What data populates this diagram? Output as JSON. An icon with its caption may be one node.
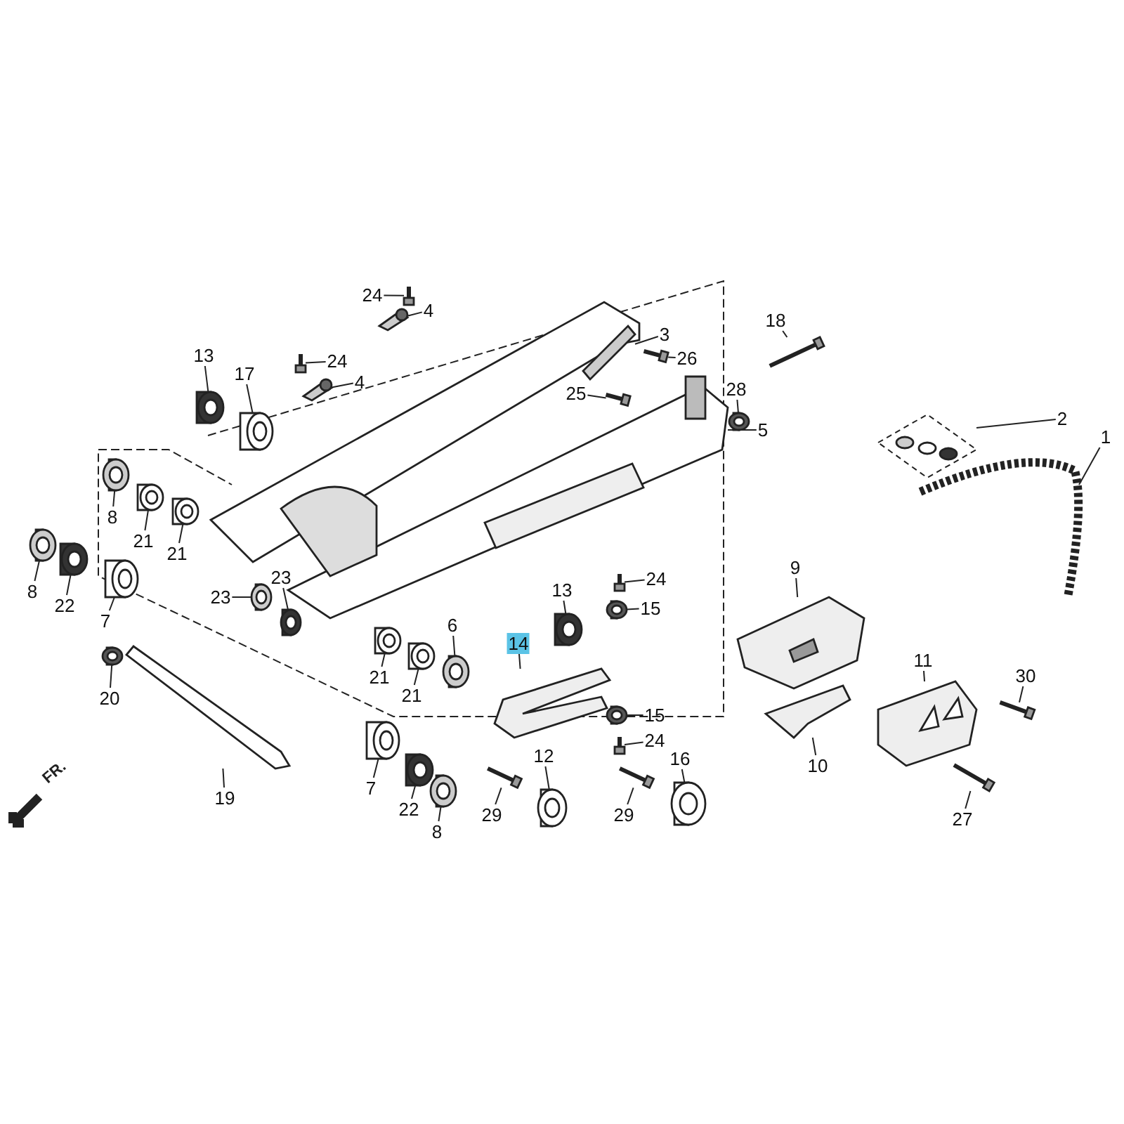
{
  "diagram": {
    "nodes": [
      {
        "text": [
          "24"
        ]
      },
      {
        "text": [
          "4"
        ]
      },
      {
        "text": [
          "13"
        ]
      },
      {
        "text": [
          "17"
        ]
      },
      {
        "text": [
          "24"
        ]
      },
      {
        "text": [
          "4"
        ]
      },
      {
        "text": [
          "3"
        ]
      },
      {
        "text": [
          "26"
        ]
      },
      {
        "text": [
          "28"
        ]
      },
      {
        "text": [
          "18"
        ]
      },
      {
        "text": [
          "25"
        ]
      },
      {
        "text": [
          "5"
        ]
      },
      {
        "text": [
          "2"
        ]
      },
      {
        "text": [
          "1"
        ]
      },
      {
        "text": [
          "8"
        ]
      },
      {
        "text": [
          "21"
        ]
      },
      {
        "text": [
          "21"
        ]
      },
      {
        "text": [
          "8"
        ]
      },
      {
        "text": [
          "22"
        ]
      },
      {
        "text": [
          "7"
        ]
      },
      {
        "text": [
          "23"
        ]
      },
      {
        "text": [
          "23"
        ]
      },
      {
        "text": [
          "6"
        ]
      },
      {
        "text": [
          "21"
        ]
      },
      {
        "text": [
          "21"
        ]
      },
      {
        "text": [
          "20"
        ]
      },
      {
        "text": [
          "19"
        ]
      },
      {
        "text": [
          "7"
        ]
      },
      {
        "text": [
          "22"
        ]
      },
      {
        "text": [
          "8"
        ]
      },
      {
        "text": [
          "13"
        ]
      },
      {
        "text": [
          "24"
        ]
      },
      {
        "text": [
          "15"
        ]
      },
      {
        "text": [
          "14"
        ]
      },
      {
        "text": [
          "9"
        ]
      },
      {
        "text": [
          "15"
        ]
      },
      {
        "text": [
          "24"
        ]
      },
      {
        "text": [
          "12"
        ]
      },
      {
        "text": [
          "16"
        ]
      },
      {
        "text": [
          "29"
        ]
      },
      {
        "text": [
          "29"
        ]
      },
      {
        "text": [
          "10"
        ]
      },
      {
        "text": [
          "11"
        ]
      },
      {
        "text": [
          "30"
        ]
      },
      {
        "text": [
          "27"
        ]
      },
      {
        "text": [],
        "shape": "picture"
      },
      {
        "text": [],
        "shape": "picture"
      },
      {
        "text": [],
        "shape": "picture"
      },
      {
        "text": [],
        "shape": "picture"
      },
      {
        "text": [],
        "shape": "picture"
      },
      {
        "text": [],
        "shape": "picture"
      },
      {
        "text": [],
        "shape": "picture"
      },
      {
        "text": [],
        "shape": "picture"
      },
      {
        "text": [],
        "shape": "picture"
      },
      {
        "text": [],
        "shape": "picture"
      },
      {
        "text": [],
        "shape": "picture"
      },
      {
        "text": [],
        "shape": "picture"
      },
      {
        "text": [],
        "shape": "picture"
      },
      {
        "text": [],
        "shape": "picture"
      },
      {
        "text": [],
        "shape": "picture"
      },
      {
        "text": [],
        "shape": "picture"
      },
      {
        "text": [],
        "shape": "picture"
      },
      {
        "text": [],
        "shape": "picture"
      },
      {
        "text": [],
        "shape": "picture"
      },
      {
        "text": [],
        "shape": "picture"
      },
      {
        "text": [],
        "shape": "picture"
      },
      {
        "text": [],
        "shape": "picture"
      },
      {
        "text": [],
        "shape": "picture"
      },
      {
        "text": [],
        "shape": "picture"
      },
      {
        "text": [],
        "shape": "picture"
      },
      {
        "text": [],
        "shape": "picture"
      },
      {
        "text": [],
        "shape": "picture"
      },
      {
        "text": [],
        "shape": "picture"
      },
      {
        "text": [],
        "shape": "picture"
      },
      {
        "text": [],
        "shape": "picture"
      },
      {
        "text": [],
        "shape": "picture"
      },
      {
        "text": [],
        "shape": "picture"
      },
      {
        "text": [],
        "shape": "picture"
      },
      {
        "text": [],
        "shape": "picture"
      },
      {
        "text": [],
        "shape": "picture"
      },
      {
        "text": [],
        "shape": "picture"
      },
      {
        "text": [],
        "shape": "picture"
      },
      {
        "text": [],
        "shape": "picture"
      },
      {
        "text": [],
        "shape": "picture"
      },
      {
        "text": [],
        "shape": "picture"
      },
      {
        "text": [],
        "shape": "picture"
      },
      {
        "text": [],
        "shape": "picture"
      },
      {
        "text": [],
        "shape": "picture"
      },
      {
        "text": [],
        "shape": "picture"
      },
      {
        "text": [],
        "shape": "picture"
      }
    ],
    "edges": [
      {
        "from": 0,
        "to": 45,
        "arrow": "none"
      },
      {
        "from": 1,
        "to": 46,
        "arrow": "none"
      },
      {
        "from": 2,
        "to": 47,
        "arrow": "none"
      },
      {
        "from": 3,
        "to": 48,
        "arrow": "none"
      },
      {
        "from": 4,
        "to": 49,
        "arrow": "none"
      },
      {
        "from": 5,
        "to": 50,
        "arrow": "none"
      },
      {
        "from": 6,
        "to": 51,
        "arrow": "none"
      },
      {
        "from": 7,
        "to": 52,
        "arrow": "none"
      },
      {
        "from": 8,
        "to": 53,
        "arrow": "none"
      },
      {
        "from": 9,
        "to": 54,
        "arrow": "none"
      },
      {
        "from": 10,
        "to": 55,
        "arrow": "none"
      },
      {
        "from": 11,
        "to": 56,
        "arrow": "none"
      },
      {
        "from": 12,
        "to": 57,
        "arrow": "none"
      },
      {
        "from": 13,
        "to": 58,
        "arrow": "none"
      },
      {
        "from": 14,
        "to": 59,
        "arrow": "none"
      },
      {
        "from": 15,
        "to": 60,
        "arrow": "none"
      },
      {
        "from": 16,
        "to": 61,
        "arrow": "none"
      },
      {
        "from": 17,
        "to": 62,
        "arrow": "none"
      },
      {
        "from": 18,
        "to": 63,
        "arrow": "none"
      },
      {
        "from": 19,
        "to": 64,
        "arrow": "none"
      },
      {
        "from": 20,
        "to": 65,
        "arrow": "none"
      },
      {
        "from": 21,
        "to": 66,
        "arrow": "none"
      },
      {
        "from": 22,
        "to": 67,
        "arrow": "none"
      },
      {
        "from": 23,
        "to": 68,
        "arrow": "none"
      },
      {
        "from": 24,
        "to": 69,
        "arrow": "none"
      },
      {
        "from": 25,
        "to": 70,
        "arrow": "none"
      },
      {
        "from": 26,
        "to": 71,
        "arrow": "none"
      },
      {
        "from": 27,
        "to": 72,
        "arrow": "none"
      },
      {
        "from": 28,
        "to": 73,
        "arrow": "none"
      },
      {
        "from": 29,
        "to": 74,
        "arrow": "none"
      },
      {
        "from": 30,
        "to": 75,
        "arrow": "none"
      },
      {
        "from": 31,
        "to": 76,
        "arrow": "none"
      },
      {
        "from": 32,
        "to": 77,
        "arrow": "none"
      },
      {
        "from": 33,
        "to": 78,
        "arrow": "none"
      },
      {
        "from": 34,
        "to": 79,
        "arrow": "none"
      },
      {
        "from": 35,
        "to": 80,
        "arrow": "none"
      },
      {
        "from": 36,
        "to": 81,
        "arrow": "none"
      },
      {
        "from": 37,
        "to": 82,
        "arrow": "none"
      },
      {
        "from": 38,
        "to": 83,
        "arrow": "none"
      },
      {
        "from": 39,
        "to": 84,
        "arrow": "none"
      },
      {
        "from": 40,
        "to": 85,
        "arrow": "none"
      },
      {
        "from": 41,
        "to": 86,
        "arrow": "none"
      },
      {
        "from": 42,
        "to": 87,
        "arrow": "none"
      },
      {
        "from": 43,
        "to": 88,
        "arrow": "none"
      },
      {
        "from": 44,
        "to": 89,
        "arrow": "none"
      }
    ],
    "labels": [
      "FR."
    ]
  }
}
